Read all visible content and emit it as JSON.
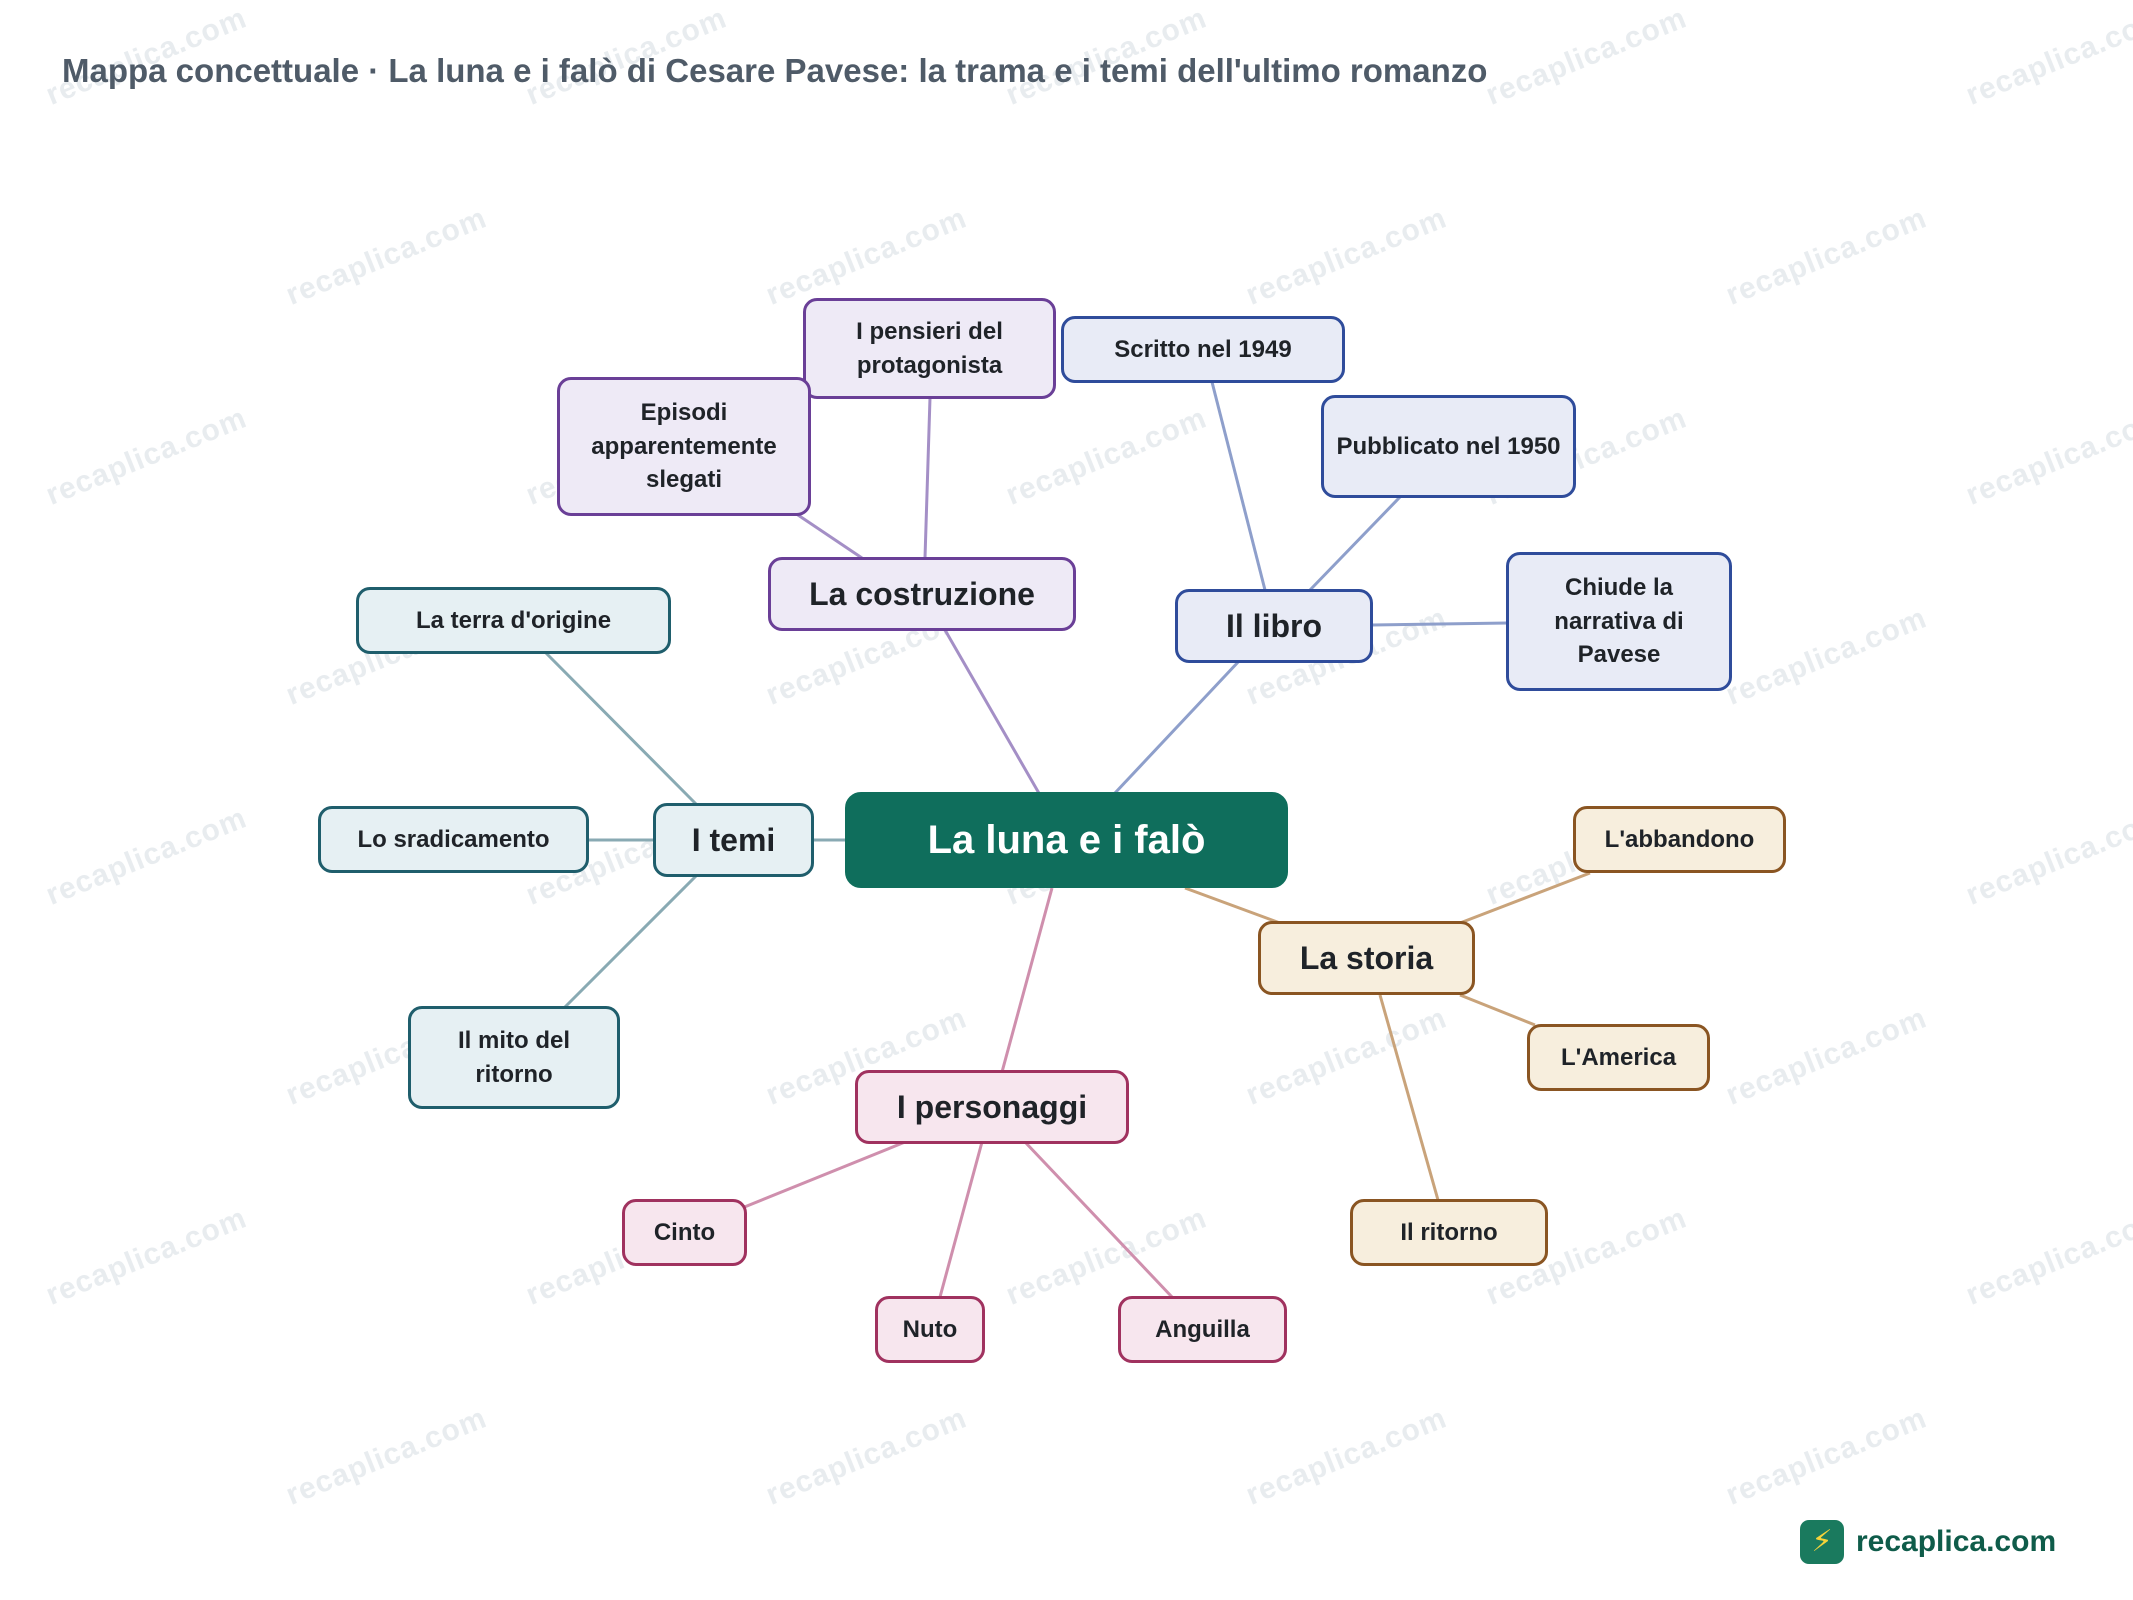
{
  "title": "Mappa concettuale · La luna e i falò di Cesare Pavese: la trama e i temi dell'ultimo romanzo",
  "watermark_text": "recaplica.com",
  "center": {
    "label": "La luna e i falò"
  },
  "branches": {
    "costruzione": {
      "label": "La costruzione",
      "children": [
        "I pensieri del protagonista",
        "Episodi apparentemente slegati"
      ]
    },
    "libro": {
      "label": "Il libro",
      "children": [
        "Scritto nel 1949",
        "Pubblicato nel 1950",
        "Chiude la narrativa di Pavese"
      ]
    },
    "temi": {
      "label": "I temi",
      "children": [
        "La terra d'origine",
        "Lo sradicamento",
        "Il mito del ritorno"
      ]
    },
    "storia": {
      "label": "La storia",
      "children": [
        "L'abbandono",
        "L'America",
        "Il ritorno"
      ]
    },
    "personaggi": {
      "label": "I personaggi",
      "children": [
        "Cinto",
        "Nuto",
        "Anguilla"
      ]
    }
  },
  "colors": {
    "center": "#0f6e5c",
    "costruzione": "#6a3f97",
    "libro": "#2f4c9b",
    "temi": "#1f5e6c",
    "storia": "#8a5522",
    "personaggi": "#a0325f"
  },
  "logo": {
    "text": "recaplica.com",
    "icon": "book-lightning-icon"
  }
}
